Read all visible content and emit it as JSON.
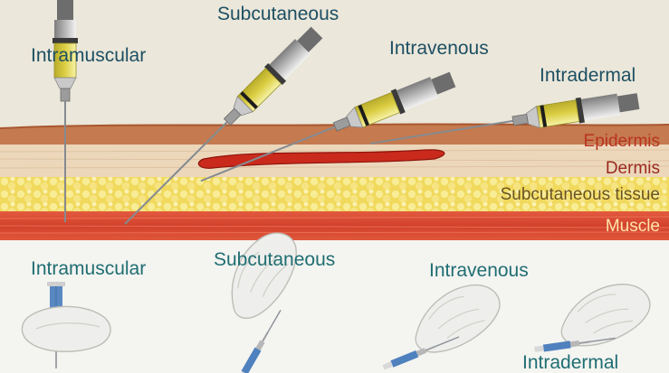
{
  "top_labels": {
    "intramuscular": "Intramuscular",
    "subcutaneous": "Subcutaneous",
    "intravenous": "Intravenous",
    "intradermal": "Intradermal"
  },
  "layers": {
    "epidermis": "Epidermis",
    "dermis": "Dermis",
    "subcutaneous_tissue": "Subcutaneous tissue",
    "muscle": "Muscle"
  },
  "bottom_labels": {
    "intramuscular": "Intramuscular",
    "subcutaneous": "Subcutaneous",
    "intravenous": "Intravenous",
    "intradermal": "Intradermal"
  },
  "colors": {
    "label_text": "#1d4f63",
    "bottom_label_text": "#1f6e72",
    "epidermis": "#c9734f",
    "dermis": "#ead3b6",
    "fat": "#f2de6e",
    "muscle": "#d9432f",
    "syringe_body": "#e9e070",
    "needle": "#8a9096"
  }
}
